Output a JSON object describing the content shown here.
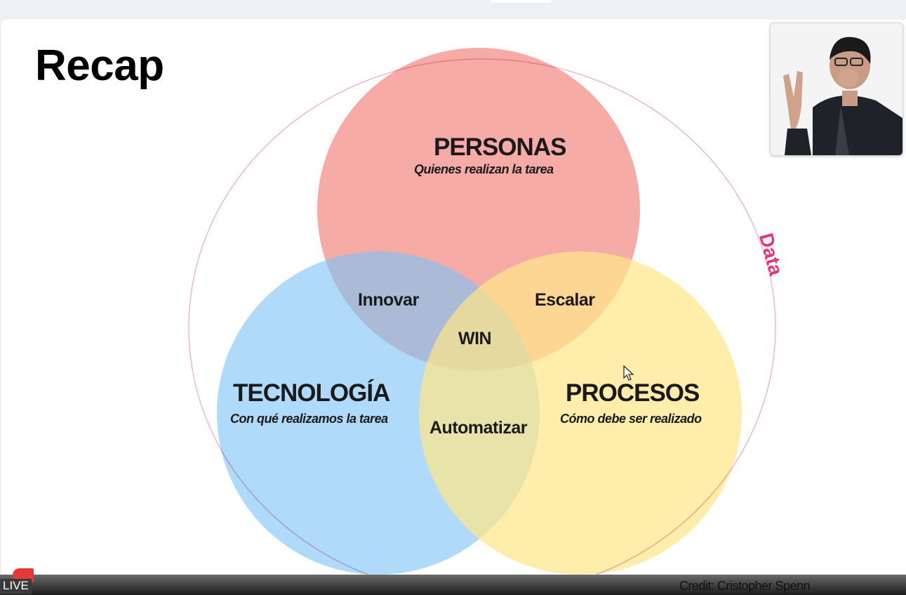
{
  "slide": {
    "title": "Recap",
    "data_label": "Data",
    "circles": {
      "personas": {
        "title": "PERSONAS",
        "subtitle": "Quienes realizan la tarea",
        "color": "#f28b84"
      },
      "tecnologia": {
        "title": "TECNOLOGÍA",
        "subtitle": "Con qué realizamos la tarea",
        "color": "#7ec4f5"
      },
      "procesos": {
        "title": "PROCESOS",
        "subtitle": "Cómo debe ser realizado",
        "color": "#fde68a"
      }
    },
    "intersections": {
      "innovar": "Innovar",
      "escalar": "Escalar",
      "automatizar": "Automatizar",
      "win": "WIN"
    },
    "accent_color": "#e8337f"
  },
  "footer": {
    "live": "LIVE",
    "credit": "Credit: Cristopher Spenn"
  },
  "icons": [
    "cursor-icon",
    "webcam-feed",
    "live-icon"
  ]
}
